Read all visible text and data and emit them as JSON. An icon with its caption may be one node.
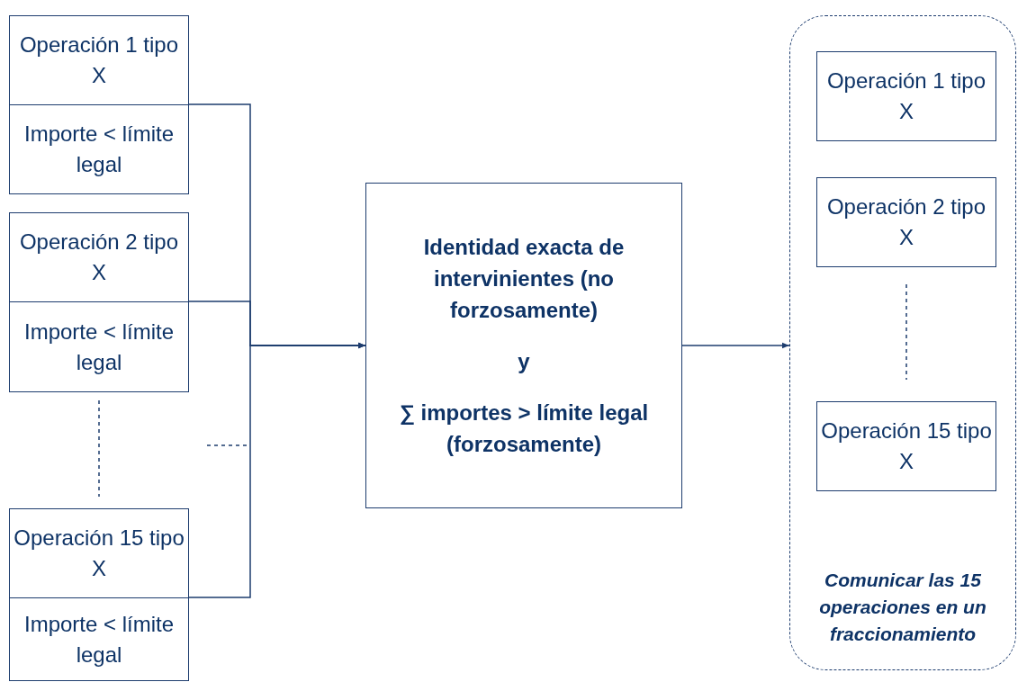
{
  "diagram": {
    "nodes": [
      {
        "text": [
          "Operación 1 tipo X"
        ]
      },
      {
        "text": [
          "Importe < límite legal"
        ]
      },
      {
        "text": [
          "Operación 2 tipo X"
        ]
      },
      {
        "text": [
          "Importe < límite legal"
        ]
      },
      {
        "text": [
          "Operación 15 tipo X"
        ]
      },
      {
        "text": [
          "Importe < límite legal"
        ]
      },
      {
        "text": [
          "Identidad exacta de intervinientes (no forzosamente)",
          "y",
          "∑ importes > límite legal (forzosamente)"
        ]
      },
      {
        "text": [
          "Comunicar las 15 operaciones en un fraccionamiento"
        ]
      },
      {
        "text": [
          "Operación 1 tipo X"
        ],
        "in": 7
      },
      {
        "text": [
          "Operación 2 tipo X"
        ],
        "in": 7
      },
      {
        "text": [
          "Operación 15 tipo X"
        ],
        "in": 7
      }
    ],
    "edges": [
      {
        "from": 1,
        "to": 6,
        "arrow": "to"
      },
      {
        "from": 3,
        "to": 6,
        "arrow": "to"
      },
      {
        "from": 5,
        "to": 6,
        "arrow": "to"
      },
      {
        "from": 6,
        "to": 7,
        "arrow": "to"
      }
    ]
  }
}
